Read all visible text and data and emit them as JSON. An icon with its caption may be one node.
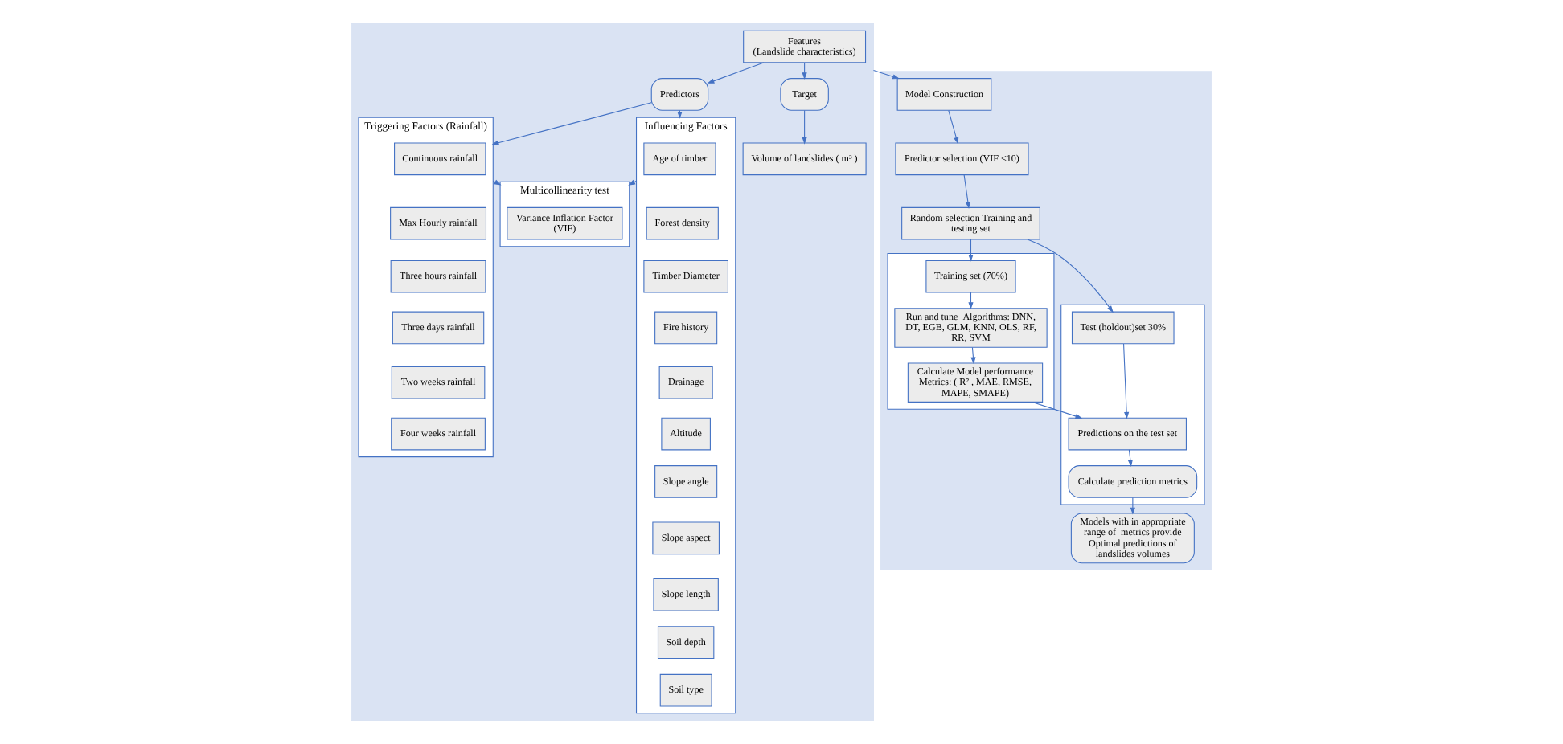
{
  "diagram": {
    "nodes": [
      {
        "text": [],
        "shape": "box"
      },
      {
        "text": [
          "Features",
          "(Landslide characteristics)"
        ],
        "in": 0
      },
      {
        "text": [
          "Predictors"
        ],
        "in": 0
      },
      {
        "text": [
          "Target"
        ],
        "in": 0
      },
      {
        "text": [
          "Influencing Factors"
        ],
        "in": 0
      },
      {
        "text": [
          "Age of timber"
        ],
        "in": 4
      },
      {
        "text": [
          "Forest density"
        ],
        "in": 4
      },
      {
        "text": [
          "Timber Diameter"
        ],
        "in": 4
      },
      {
        "text": [
          "Fire history"
        ],
        "in": 4
      },
      {
        "text": [
          "Drainage"
        ],
        "in": 4
      },
      {
        "text": [
          "Altitude"
        ],
        "in": 4
      },
      {
        "text": [
          "Slope angle"
        ],
        "in": 4
      },
      {
        "text": [
          "Slope aspect"
        ],
        "in": 4
      },
      {
        "text": [
          "Slope length"
        ],
        "in": 4
      },
      {
        "text": [
          "Soil depth"
        ],
        "in": 4
      },
      {
        "text": [
          "Soil type"
        ],
        "in": 4
      },
      {
        "text": [
          "Triggering Factors (Rainfall)"
        ],
        "in": 0
      },
      {
        "text": [
          "Continuous rainfall"
        ],
        "in": 16
      },
      {
        "text": [
          "Max Hourly rainfall"
        ],
        "in": 16
      },
      {
        "text": [
          "Three hours rainfall"
        ],
        "in": 16
      },
      {
        "text": [
          "Three days rainfall"
        ],
        "in": 16
      },
      {
        "text": [
          "Two weeks rainfall"
        ],
        "in": 16
      },
      {
        "text": [
          "Four weeks rainfall"
        ],
        "in": 16
      },
      {
        "text": [
          "Volume of landslides ( m³ )"
        ],
        "in": 0
      },
      {
        "text": [
          "Multicollinearity test"
        ],
        "in": 0
      },
      {
        "text": [
          "Variance Inflation Factor (VIF)"
        ],
        "in": 24
      },
      {
        "text": [],
        "shape": "box"
      },
      {
        "text": [
          "Model Construction"
        ],
        "in": 26
      },
      {
        "text": [
          "Predictor selection (VIF <10)"
        ],
        "in": 26
      },
      {
        "text": [
          "Random selection Training and  testing set"
        ],
        "in": 26
      },
      {
        "text": [],
        "shape": "box",
        "in": 26
      },
      {
        "text": [
          "Training set (70%)"
        ],
        "in": 30
      },
      {
        "text": [
          "Run and tune  Algorithms: DNN, DT, EGB, GLM, KNN, OLS, RF, RR, SVM"
        ],
        "in": 30
      },
      {
        "text": [
          "Calculate Model performance Metrics: ( R² , MAE, RMSE, MAPE, SMAPE)"
        ],
        "in": 30
      },
      {
        "text": [],
        "shape": "box",
        "in": 26
      },
      {
        "text": [
          "Test (holdout)set 30%"
        ],
        "in": 34
      },
      {
        "text": [
          "Predictions on the test set"
        ],
        "in": 34
      },
      {
        "text": [
          "Calculate prediction metrics"
        ],
        "in": 34
      },
      {
        "text": [
          "Models with in appropriate range of  metrics provide Optimal predictions of landslides volumes"
        ],
        "in": 26
      }
    ],
    "edges": [
      {
        "from": 1,
        "to": 2,
        "arrow": "to"
      },
      {
        "from": 1,
        "to": 3,
        "arrow": "to"
      },
      {
        "from": 2,
        "to": 4,
        "arrow": "to"
      },
      {
        "from": 2,
        "to": 16,
        "arrow": "to"
      },
      {
        "from": 3,
        "to": 23,
        "arrow": "to"
      },
      {
        "from": 16,
        "to": 24,
        "arrow": "to"
      },
      {
        "from": 4,
        "to": 24,
        "arrow": "to"
      },
      {
        "from": 0,
        "to": 27,
        "arrow": "to"
      },
      {
        "from": 27,
        "to": 28,
        "arrow": "to"
      },
      {
        "from": 28,
        "to": 29,
        "arrow": "to"
      },
      {
        "from": 29,
        "to": 31,
        "arrow": "to"
      },
      {
        "from": 29,
        "to": 35,
        "arrow": "to"
      },
      {
        "from": 31,
        "to": 32,
        "arrow": "to"
      },
      {
        "from": 32,
        "to": 33,
        "arrow": "to"
      },
      {
        "from": 33,
        "to": 36,
        "arrow": "to"
      },
      {
        "from": 35,
        "to": 36,
        "arrow": "to"
      },
      {
        "from": 36,
        "to": 37,
        "arrow": "to"
      },
      {
        "from": 37,
        "to": 38,
        "arrow": "to"
      }
    ]
  }
}
